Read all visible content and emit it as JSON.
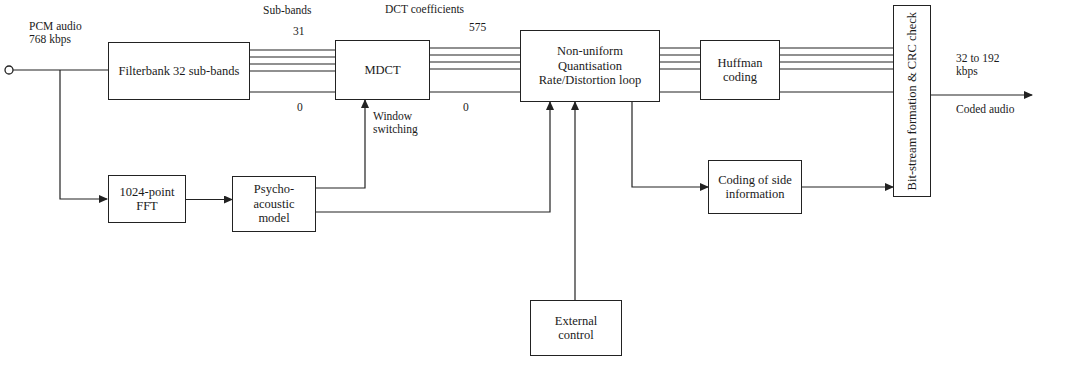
{
  "diagram": {
    "nodes": [
      {
        "text": [
          "Filterbank 32 sub-bands"
        ]
      },
      {
        "text": [
          "MDCT"
        ]
      },
      {
        "text": [
          "Non-uniform Quantisation Rate/Distortion loop"
        ]
      },
      {
        "text": [
          "Huffman coding"
        ]
      },
      {
        "text": [
          "Bit-stream formation & CRC check"
        ]
      },
      {
        "text": [
          "1024-point FFT"
        ]
      },
      {
        "text": [
          "Psycho-acoustic model"
        ]
      },
      {
        "text": [
          "Coding of side information"
        ]
      },
      {
        "text": [
          "External control"
        ]
      }
    ],
    "edges": [
      {
        "from": 0,
        "to": 1,
        "arrow": "none"
      },
      {
        "from": 1,
        "to": 2,
        "arrow": "none"
      },
      {
        "from": 2,
        "to": 3,
        "arrow": "none"
      },
      {
        "from": 3,
        "to": 4,
        "arrow": "none"
      },
      {
        "from": 5,
        "to": 6,
        "arrow": "to"
      },
      {
        "from": 6,
        "to": 1,
        "arrow": "to"
      },
      {
        "from": 6,
        "to": 2,
        "arrow": "to"
      },
      {
        "from": 8,
        "to": 2,
        "arrow": "to"
      },
      {
        "from": 2,
        "to": 7,
        "arrow": "to"
      },
      {
        "from": 7,
        "to": 4,
        "arrow": "to"
      }
    ],
    "labels": [
      "PCM audio 768 kbps",
      "Sub-bands",
      "31",
      "0",
      "DCT coefficients",
      "575",
      "0",
      "Window switching",
      "32 to 192 kbps",
      "Coded audio"
    ]
  }
}
